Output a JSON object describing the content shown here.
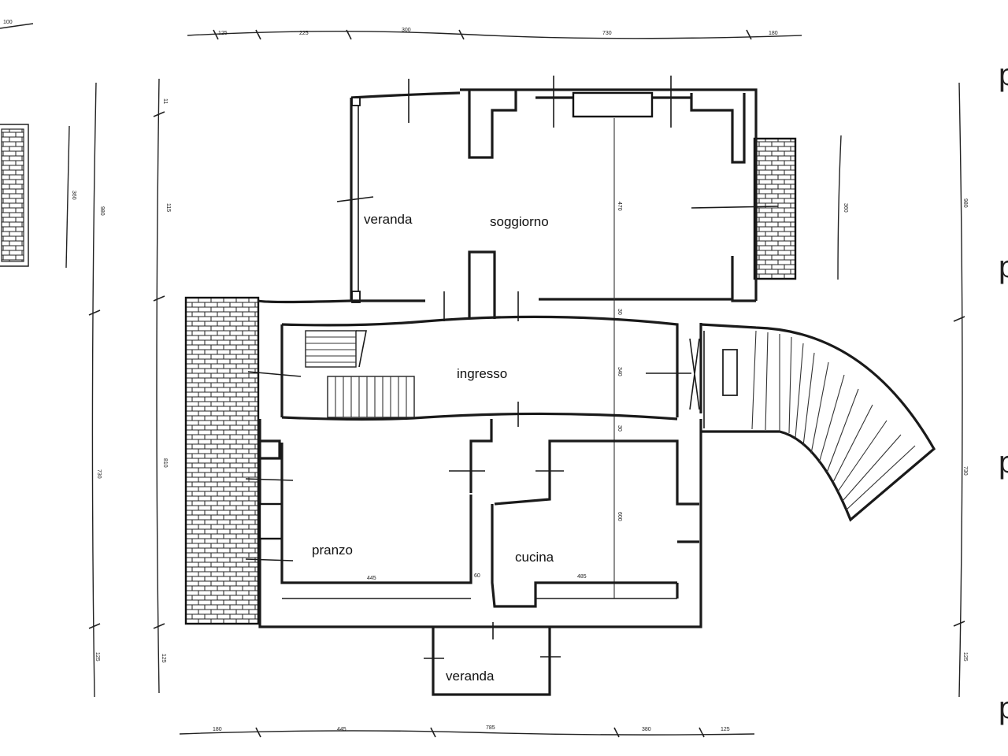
{
  "rooms": {
    "veranda_top": "veranda",
    "soggiorno": "soggiorno",
    "ingresso": "ingresso",
    "pranzo": "pranzo",
    "cucina": "cucina",
    "veranda_bottom": "veranda"
  },
  "dimensions": {
    "top_left": "100",
    "top": [
      "125",
      "225",
      "300",
      "730",
      "180"
    ],
    "bottom": [
      "180",
      "445",
      "785",
      "380",
      "125"
    ],
    "left_outer": [
      "115",
      "810",
      "125"
    ],
    "left_mid": "360",
    "left_total": "980",
    "right": [
      "360",
      "980",
      "730",
      "125"
    ],
    "inner_vertical": [
      "470",
      "30",
      "340",
      "30",
      "600"
    ],
    "inner_horizontal": [
      "445",
      "60",
      "485"
    ]
  },
  "side_labels": [
    "p",
    "p",
    "p",
    "p"
  ]
}
